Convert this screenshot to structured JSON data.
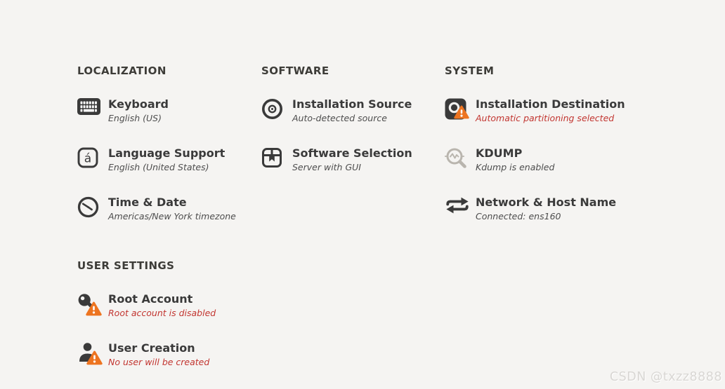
{
  "colors": {
    "background": "#f5f4f2",
    "icon_dark": "#3a3a3a",
    "kdump_gray": "#b9b5ae",
    "warning_orange": "#ed7420",
    "error_red": "#c23530",
    "title_text": "#3a3a3a",
    "subtitle_text": "#4d4d4d"
  },
  "watermark": "CSDN @txzz8888",
  "sections": [
    {
      "title": "LOCALIZATION",
      "items": [
        {
          "icon": "keyboard-icon",
          "title": "Keyboard",
          "subtitle": "English (US)",
          "warning": false,
          "subtitle_style": "normal"
        },
        {
          "icon": "language-icon",
          "title": "Language Support",
          "subtitle": "English (United States)",
          "warning": false,
          "subtitle_style": "normal"
        },
        {
          "icon": "clock-icon",
          "title": "Time & Date",
          "subtitle": "Americas/New York timezone",
          "warning": false,
          "subtitle_style": "normal"
        }
      ]
    },
    {
      "title": "SOFTWARE",
      "items": [
        {
          "icon": "optical-disc-icon",
          "title": "Installation Source",
          "subtitle": "Auto-detected source",
          "warning": false,
          "subtitle_style": "normal"
        },
        {
          "icon": "package-icon",
          "title": "Software Selection",
          "subtitle": "Server with GUI",
          "warning": false,
          "subtitle_style": "normal"
        }
      ]
    },
    {
      "title": "SYSTEM",
      "items": [
        {
          "icon": "hard-drive-icon",
          "title": "Installation Destination",
          "subtitle": "Automatic partitioning selected",
          "warning": true,
          "subtitle_style": "error"
        },
        {
          "icon": "kdump-magnifier-icon",
          "title": "KDUMP",
          "subtitle": "Kdump is enabled",
          "warning": false,
          "subtitle_style": "normal"
        },
        {
          "icon": "network-arrows-icon",
          "title": "Network & Host Name",
          "subtitle": "Connected: ens160",
          "warning": false,
          "subtitle_style": "normal"
        }
      ]
    },
    {
      "title": "USER SETTINGS",
      "items": [
        {
          "icon": "root-key-icon",
          "title": "Root Account",
          "subtitle": "Root account is disabled",
          "warning": true,
          "subtitle_style": "error"
        },
        {
          "icon": "user-icon",
          "title": "User Creation",
          "subtitle": "No user will be created",
          "warning": true,
          "subtitle_style": "error"
        }
      ]
    }
  ]
}
